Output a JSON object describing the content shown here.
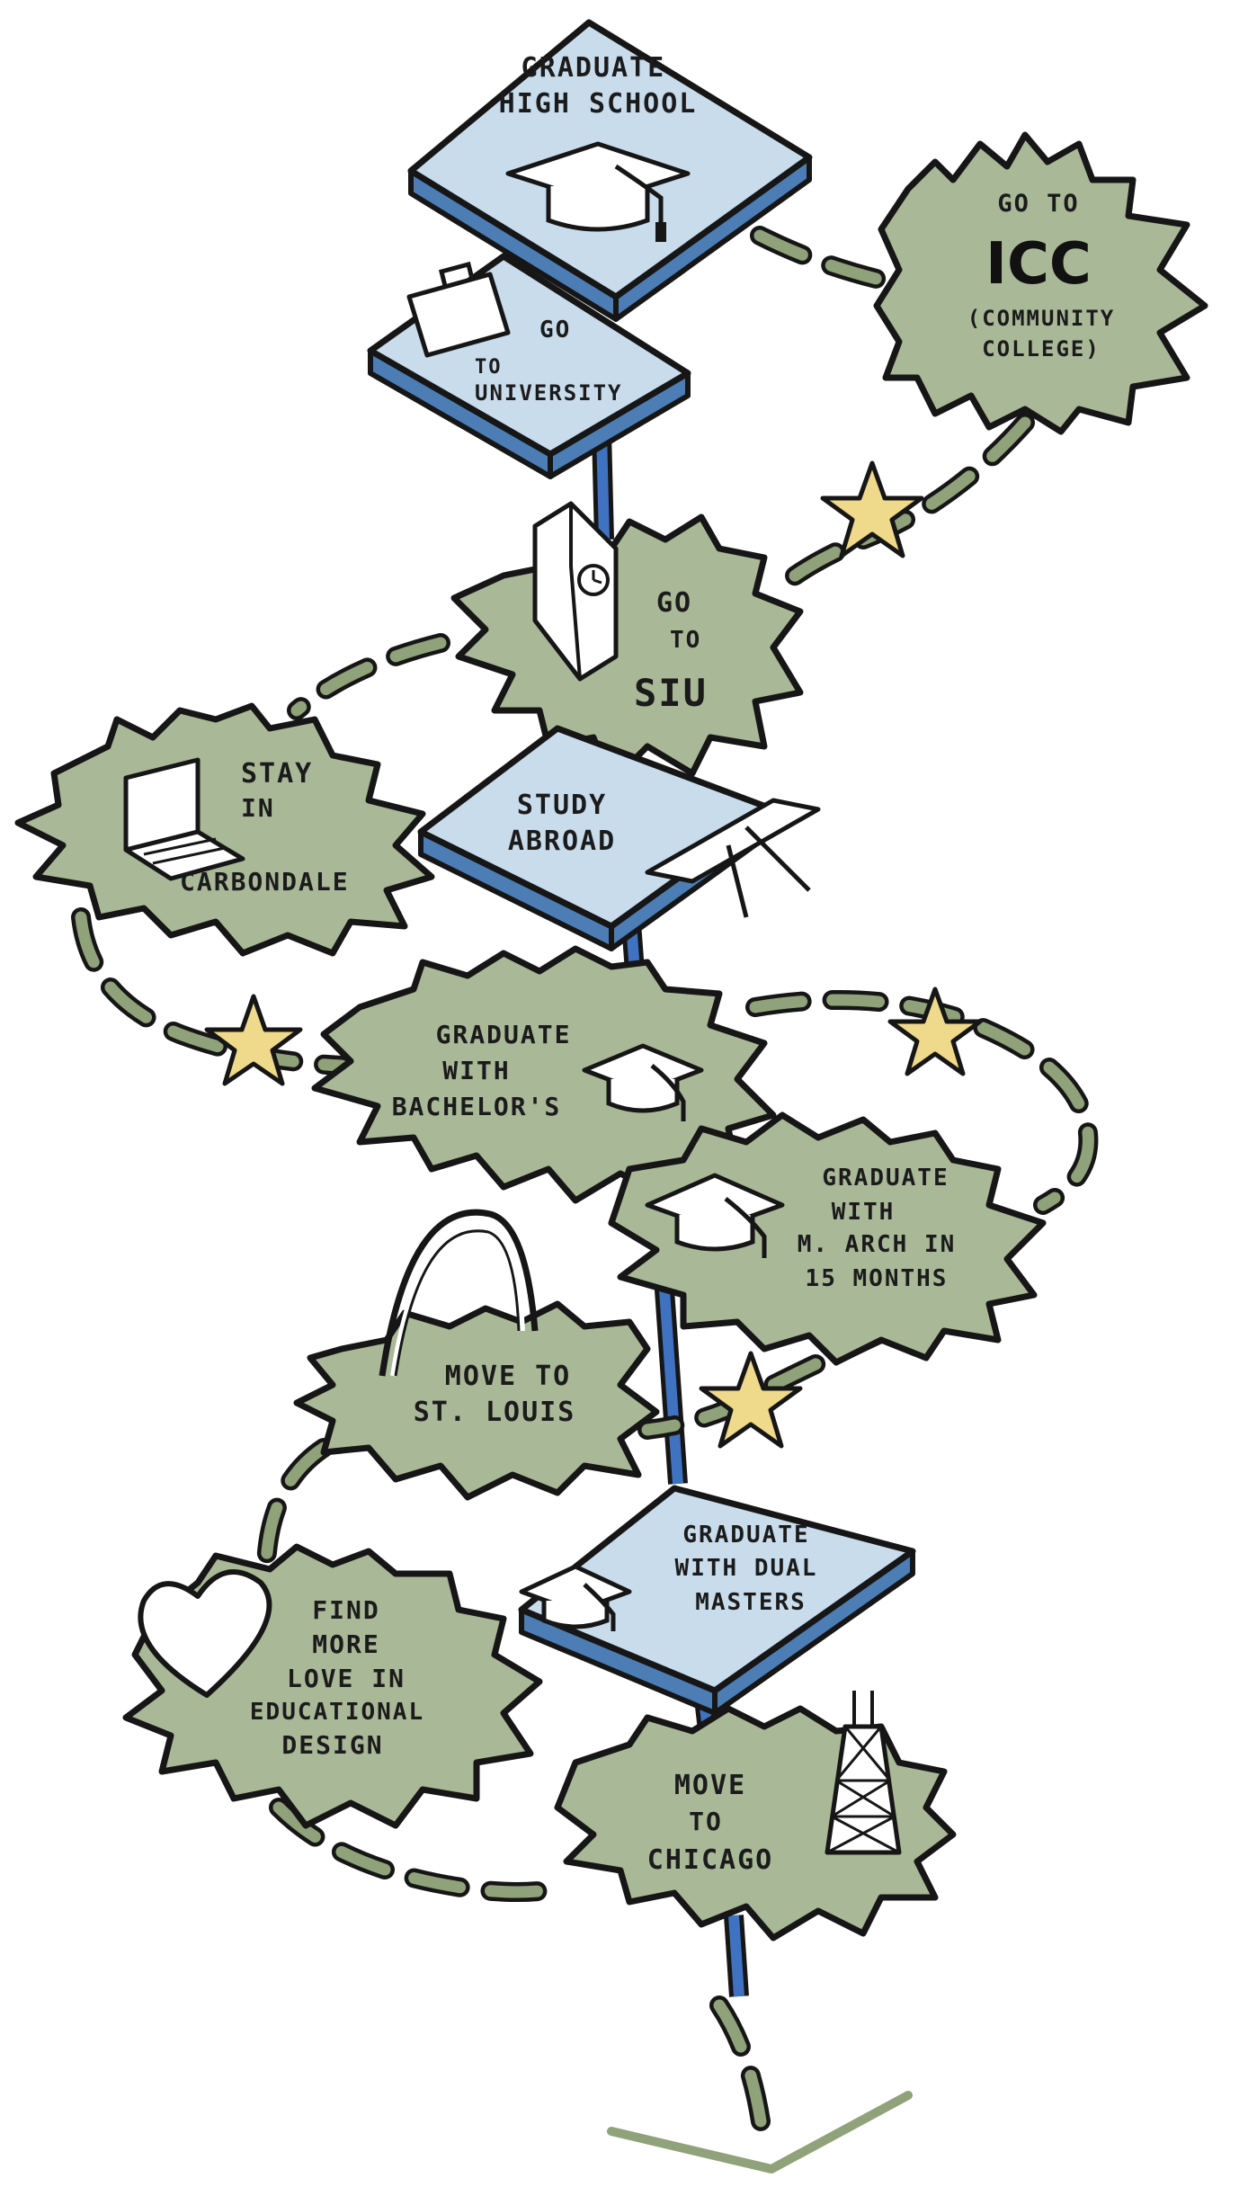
{
  "colors": {
    "green": "#a9b897",
    "blue_top": "#c8dcec",
    "blue_side": "#4d7db5",
    "trunk": "#3f72c0",
    "star": "#efd98a",
    "dash_fill": "#8fa27a",
    "ink": "#161616"
  },
  "nodes": {
    "graduate_high_school": {
      "line1": "GRADUATE",
      "line2": "HIGH SCHOOL"
    },
    "go_to_university": {
      "line1": "GO",
      "line2": "TO",
      "line3": "UNIVERSITY"
    },
    "go_to_icc": {
      "line1": "GO TO",
      "line2": "ICC",
      "line3": "(COMMUNITY",
      "line4": "COLLEGE)"
    },
    "go_to_siu": {
      "line1": "GO",
      "line2": "TO",
      "line3": "SIU"
    },
    "stay_in_carbondale": {
      "line1": "STAY",
      "line2": "IN",
      "line3": "CARBONDALE"
    },
    "study_abroad": {
      "line1": "STUDY",
      "line2": "ABROAD"
    },
    "graduate_bachelors": {
      "line1": "GRADUATE",
      "line2": "WITH",
      "line3": "BACHELOR'S"
    },
    "graduate_march": {
      "line1": "GRADUATE",
      "line2": "WITH",
      "line3": "M. ARCH IN",
      "line4": "15 MONTHS"
    },
    "move_to_st_louis": {
      "line1": "MOVE TO",
      "line2": "ST. LOUIS"
    },
    "graduate_dual_masters": {
      "line1": "GRADUATE",
      "line2": "WITH DUAL",
      "line3": "MASTERS"
    },
    "find_more_love": {
      "line1": "FIND",
      "line2": "MORE",
      "line3": "LOVE IN",
      "line4": "EDUCATIONAL",
      "line5": "DESIGN"
    },
    "move_to_chicago": {
      "line1": "MOVE",
      "line2": "TO",
      "line3": "CHICAGO"
    }
  },
  "icons": [
    "graduation-cap-icon",
    "briefcase-icon",
    "clock-tower-icon",
    "laptop-icon",
    "drafting-table-icon",
    "gateway-arch-icon",
    "heart-icon",
    "skyscraper-icon",
    "star-icon"
  ]
}
